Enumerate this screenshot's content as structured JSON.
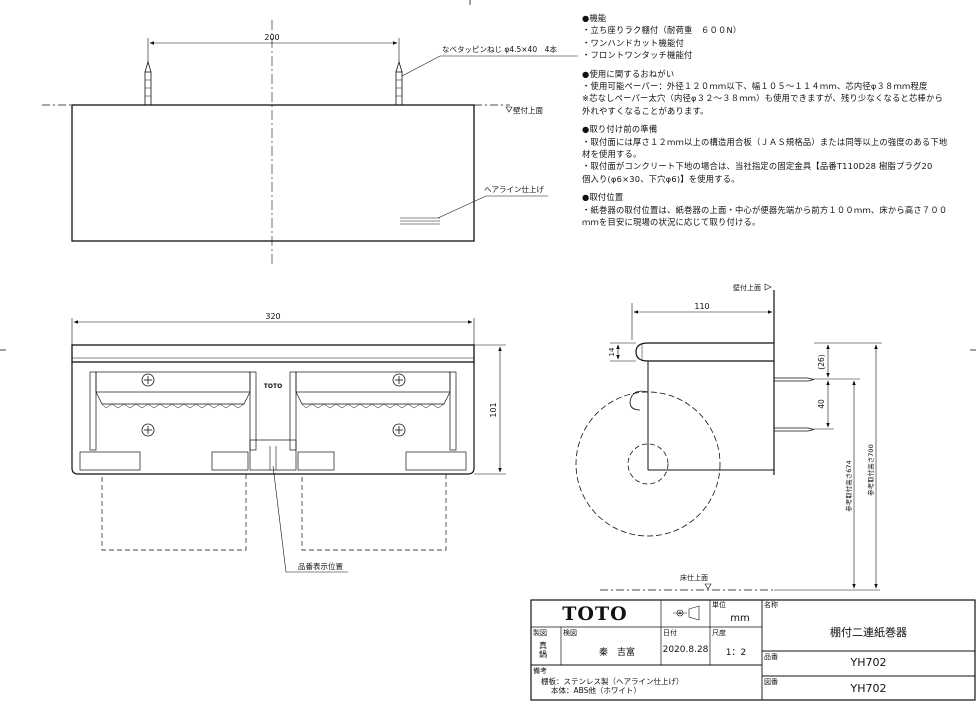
{
  "notes": {
    "func_head": "●機能",
    "func_1": "・立ち座りラク棚付（耐荷重　６００N）",
    "func_2": "・ワンハンドカット機能付",
    "func_3": "・フロントワンタッチ機能付",
    "use_head": "●使用に関するおねがい",
    "use_1": "・使用可能ペーパー：外径１２０ｍｍ以下、幅１０５～１１４ｍｍ、芯内径φ３８ｍｍ程度",
    "use_2": "※芯なしペーパー太穴（内径φ３２～３８ｍｍ）も使用できますが、残り少なくなると芯棒から",
    "use_3": "外れやすくなることがあります。",
    "prep_head": "●取り付け前の準備",
    "prep_1": "・取付面には厚さ１２ｍｍ以上の構造用合板（ＪＡＳ規格品）または同等以上の強度のある下地",
    "prep_2": "材を使用する。",
    "prep_3": "・取付面がコンクリート下地の場合は、当社指定の固定金具【品番T110D28 樹脂プラグ20",
    "prep_4": "個入り(φ6×30、下穴φ6)】を使用する。",
    "pos_head": "●取付位置",
    "pos_1": "・紙巻器の取付位置は、紙巻器の上面・中心が便器先端から前方１００ｍｍ、床から高さ７００",
    "pos_2": "ｍｍを目安に現場の状況に応じて取り付ける。"
  },
  "top_view": {
    "dim_200": "200",
    "screw_label": "なベタッピンねじ φ4.5×40　4本",
    "wall_label": "壁付上面",
    "hairline_label": "ヘアライン仕上げ"
  },
  "front_view": {
    "dim_320": "320",
    "dim_101": "101",
    "logo_small": "TOTO",
    "part_label": "品番表示位置"
  },
  "side_view": {
    "wall_label": "壁付上面",
    "dim_110": "110",
    "dim_14": "14",
    "dim_26": "(26)",
    "dim_40": "40",
    "dim_674": "参考取付高さ674",
    "dim_700": "参考取付高さ700",
    "floor_label": "床仕上面"
  },
  "title_block": {
    "logo": "TOTO",
    "unit_label": "単位",
    "unit_value": "mm",
    "name_label": "名称",
    "name_value": "棚付二連紙巻器",
    "seizu_label": "製図",
    "seizu_value": "真鍋",
    "kenzu_label": "検図",
    "kenzu_value": "秦　吉富",
    "date_label": "日付",
    "date_value": "2020.8.28",
    "scale_label": "尺度",
    "scale_value": "1：2",
    "hinban_label": "品番",
    "hinban_value": "YH702",
    "remarks_label": "備考",
    "remarks_1": "棚板：ステンレス製（ヘアライン仕上げ）",
    "remarks_2": "本体：ABS他（ホワイト）",
    "zuban_label": "図番",
    "zuban_value": "YH702"
  }
}
